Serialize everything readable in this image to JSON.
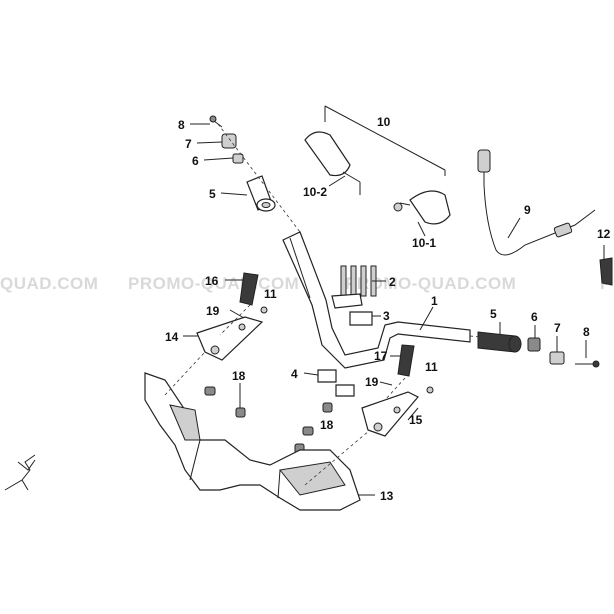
{
  "watermark": {
    "texts": [
      "QUAD.COM",
      "PROMO-QUAD.COM",
      "PROMO-QUAD.COM",
      "P"
    ]
  },
  "callouts": {
    "c1": "1",
    "c2": "2",
    "c3": "3",
    "c4": "4",
    "c5a": "5",
    "c5b": "5",
    "c6a": "6",
    "c6b": "6",
    "c7a": "7",
    "c7b": "7",
    "c8a": "8",
    "c8b": "8",
    "c9": "9",
    "c10": "10",
    "c10_1": "10-1",
    "c10_2": "10-2",
    "c11a": "11",
    "c11b": "11",
    "c12": "12",
    "c13": "13",
    "c14": "14",
    "c15": "15",
    "c16": "16",
    "c17": "17",
    "c18a": "18",
    "c18b": "18",
    "c19a": "19",
    "c19b": "19"
  },
  "colors": {
    "line": "#222222",
    "part_dark": "#3a3a3a",
    "part_mid": "#8a8a8a",
    "watermark": "#d9d9d9"
  },
  "icons": {
    "direction_arrow": "front-arrow-icon"
  }
}
